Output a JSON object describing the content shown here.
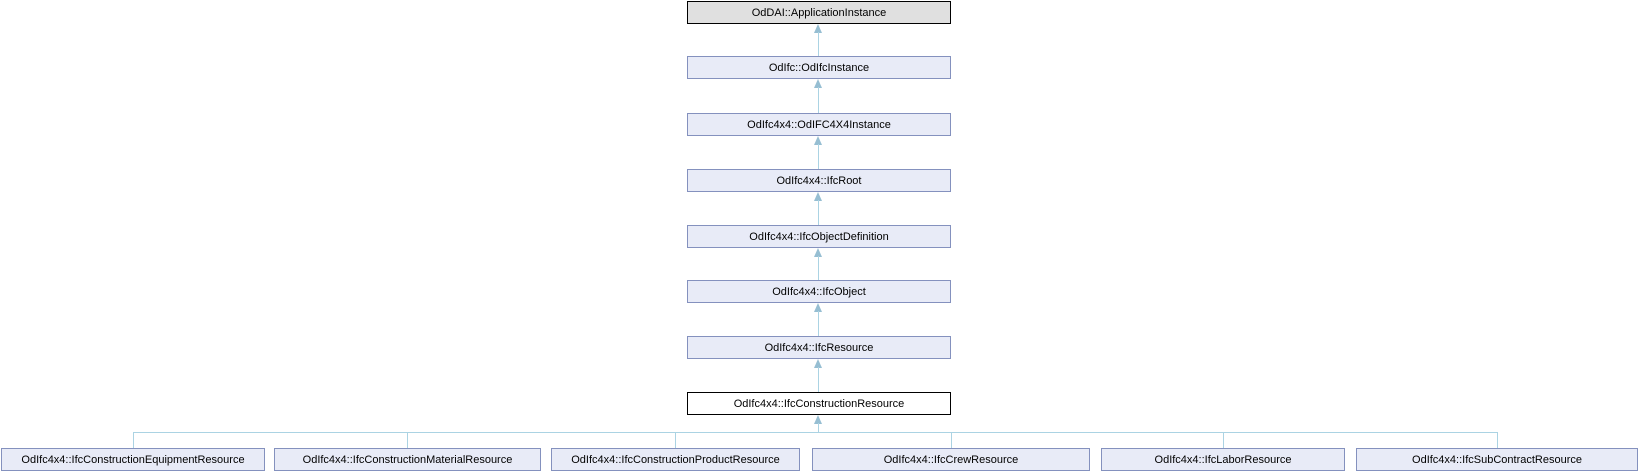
{
  "colors": {
    "background": "#ffffff",
    "external_node_fill": "#e0e0e0",
    "external_node_border": "#000000",
    "linked_node_fill": "#e8ebf7",
    "linked_node_border": "#8491be",
    "current_node_fill": "#ffffff",
    "current_node_border": "#000000",
    "edge_line": "#abd3e3",
    "edge_arrowhead": "#96bed2",
    "text": "#000000"
  },
  "hierarchy": {
    "ancestors": [
      {
        "label": "OdDAI::ApplicationInstance",
        "style": "external"
      },
      {
        "label": "OdIfc::OdIfcInstance",
        "style": "linked"
      },
      {
        "label": "OdIfc4x4::OdIFC4X4Instance",
        "style": "linked"
      },
      {
        "label": "OdIfc4x4::IfcRoot",
        "style": "linked"
      },
      {
        "label": "OdIfc4x4::IfcObjectDefinition",
        "style": "linked"
      },
      {
        "label": "OdIfc4x4::IfcObject",
        "style": "linked"
      },
      {
        "label": "OdIfc4x4::IfcResource",
        "style": "linked"
      }
    ],
    "current": {
      "label": "OdIfc4x4::IfcConstructionResource",
      "style": "current"
    },
    "derived": [
      {
        "label": "OdIfc4x4::IfcConstructionEquipmentResource"
      },
      {
        "label": "OdIfc4x4::IfcConstructionMaterialResource"
      },
      {
        "label": "OdIfc4x4::IfcConstructionProductResource"
      },
      {
        "label": "OdIfc4x4::IfcCrewResource"
      },
      {
        "label": "OdIfc4x4::IfcLaborResource"
      },
      {
        "label": "OdIfc4x4::IfcSubContractResource"
      }
    ]
  }
}
